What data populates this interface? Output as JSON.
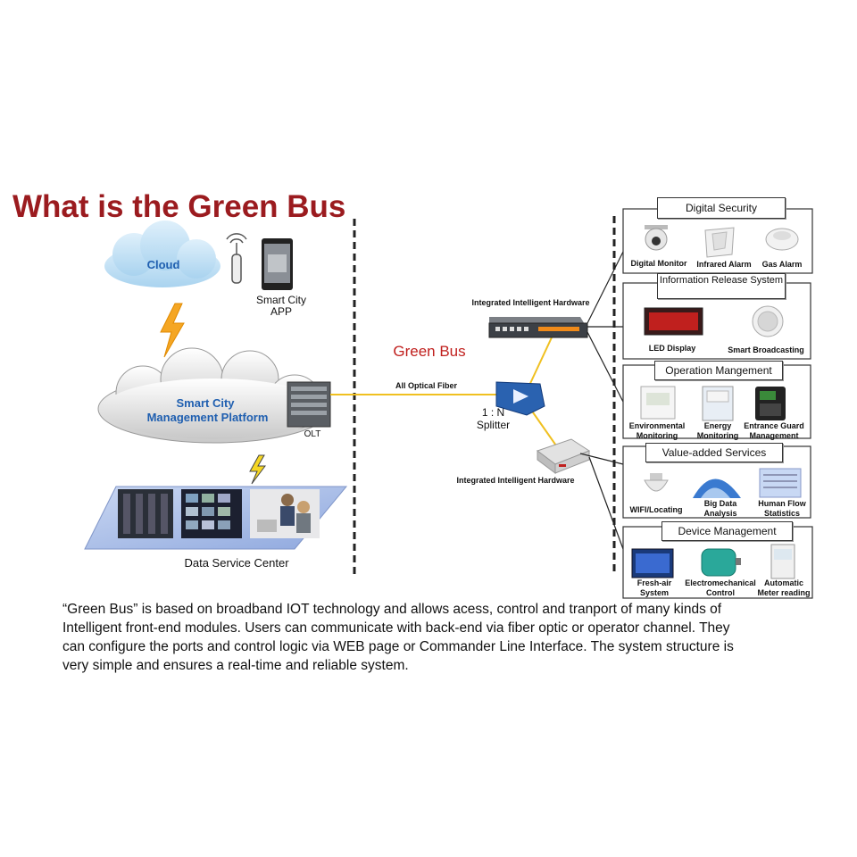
{
  "title": "What is the Green Bus",
  "left": {
    "cloud": "Cloud",
    "app_label_1": "Smart City",
    "app_label_2": "APP",
    "platform_1": "Smart City",
    "platform_2": "Management Platform",
    "olt": "OLT",
    "data_center": "Data Service Center"
  },
  "middle": {
    "green_bus": "Green Bus",
    "fiber": "All Optical Fiber",
    "splitter_1": "1 : N",
    "splitter_2": "Splitter",
    "hardware_top": "Integrated Intelligent Hardware",
    "hardware_bottom": "Integrated Intelligent Hardware"
  },
  "panels": [
    {
      "title": "Digital Security",
      "items": [
        "Digital Monitor",
        "Infrared Alarm",
        "Gas Alarm"
      ]
    },
    {
      "title": "Information Release System",
      "items": [
        "LED Display",
        "Smart Broadcasting"
      ]
    },
    {
      "title": "Operation Mangement",
      "items": [
        "Environmental Monitoring",
        "Energy Monitoring",
        "Entrance Guard Management"
      ]
    },
    {
      "title": "Value-added Services",
      "items": [
        "WIFI/Locating",
        "Big Data Analysis",
        "Human Flow Statistics"
      ]
    },
    {
      "title": "Device Management",
      "items": [
        "Fresh-air System",
        "Electromechanical Control",
        "Automatic Meter reading"
      ]
    }
  ],
  "description": [
    "“Green Bus” is based on broadband IOT technology and allows acess, control and tranport of many kinds of",
    "Intelligent front-end modules. Users can communicate with back-end via fiber optic or operator channel.  They",
    "can configure the ports and  control logic via WEB page or Commander Line Interface. The system structure is",
    "very simple and ensures  a real-time and  reliable system."
  ],
  "colors": {
    "title": "#9b1b1f",
    "green_bus": "#c0201e",
    "cloud_blue": "#1f5fb0",
    "fiber": "#f0c020"
  }
}
